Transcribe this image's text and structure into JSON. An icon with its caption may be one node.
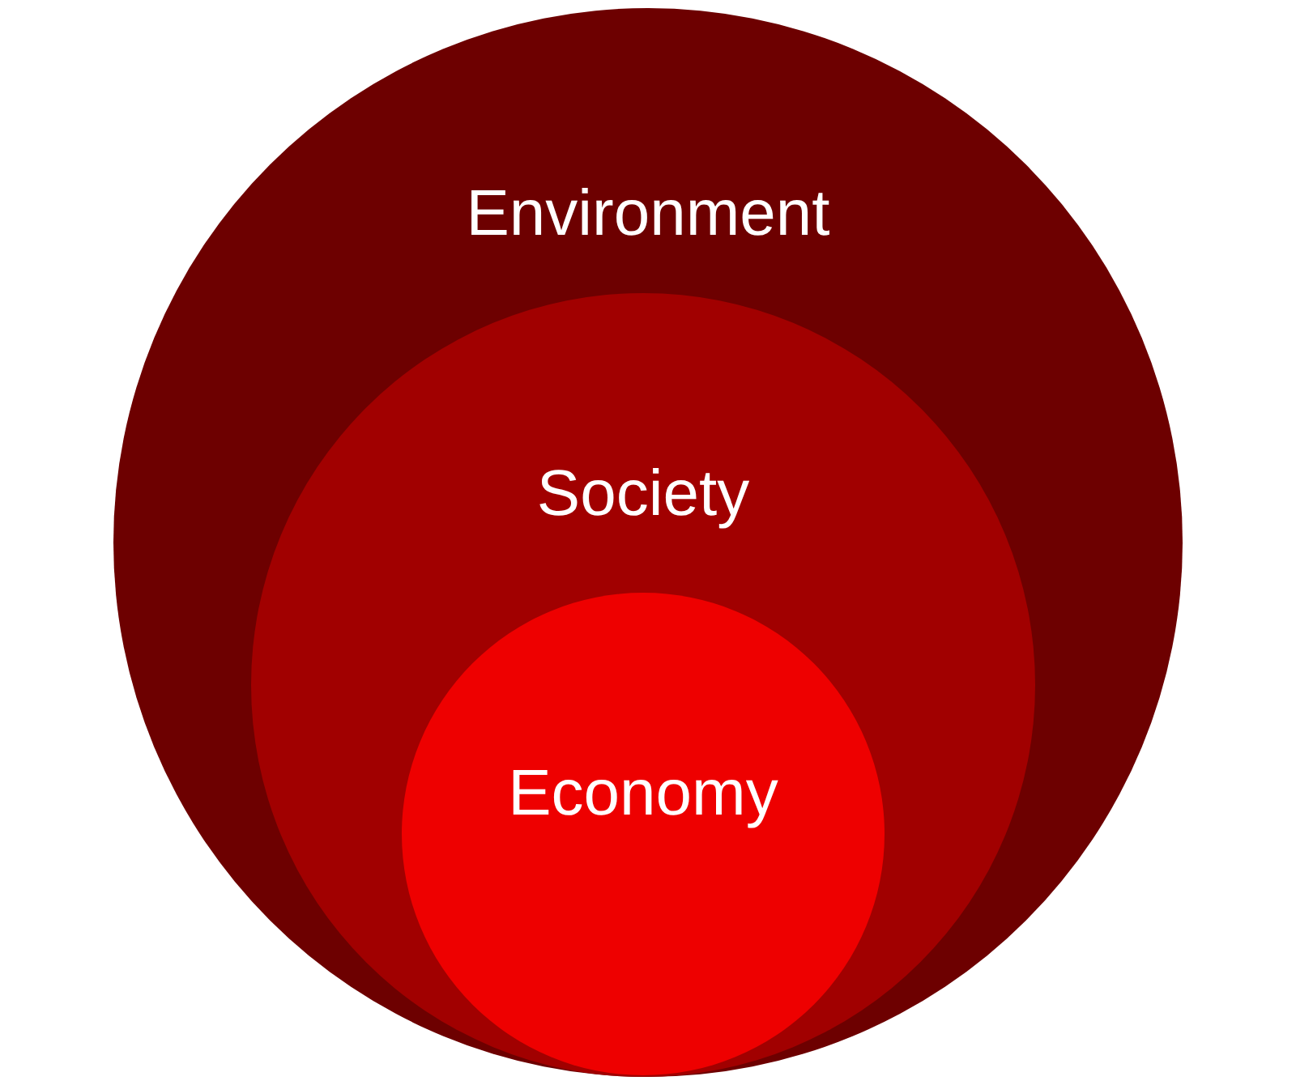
{
  "diagram": {
    "nodes": [
      {
        "text": [
          "Environment"
        ]
      },
      {
        "text": [
          "Society"
        ],
        "in": 0
      },
      {
        "text": [
          "Economy"
        ],
        "in": 1
      }
    ]
  }
}
